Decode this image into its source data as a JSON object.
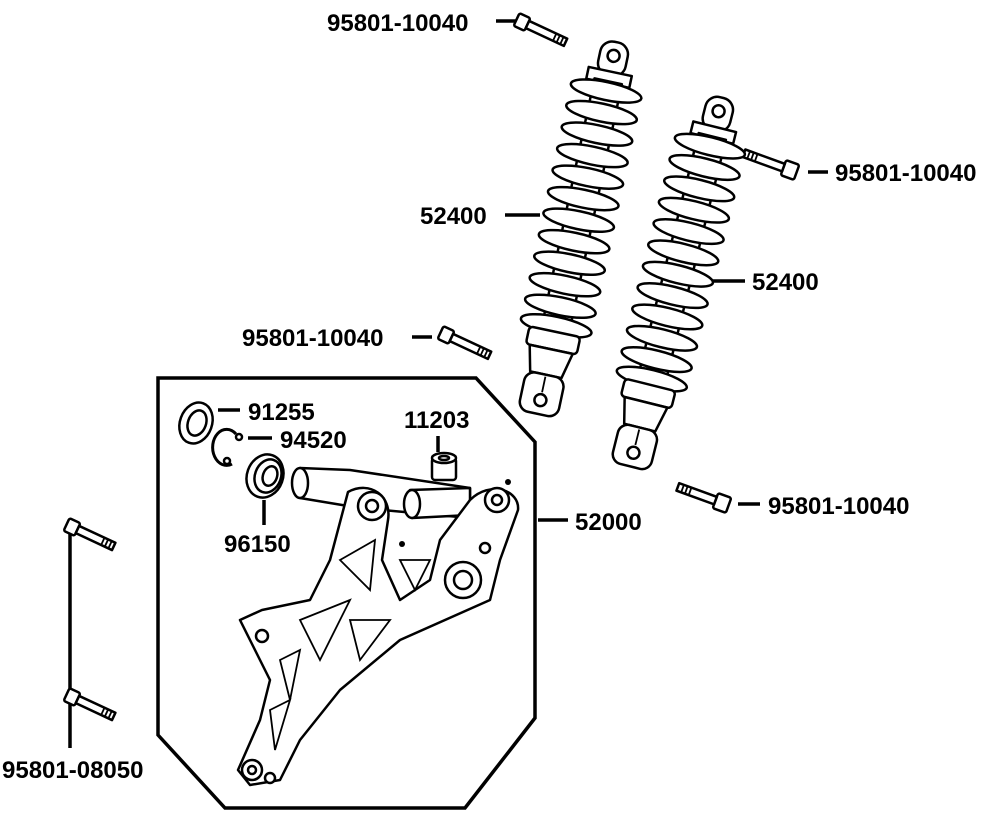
{
  "callouts": {
    "bolt_top_left": "95801-10040",
    "bolt_right_upper": "95801-10040",
    "bolt_middle_left": "95801-10040",
    "bolt_right_lower": "95801-10040",
    "shock_left": "52400",
    "shock_right": "52400",
    "seal": "91255",
    "circlip": "94520",
    "bearing": "96150",
    "collar": "11203",
    "swing_arm": "52000",
    "bolts_pair": "95801-08050"
  }
}
